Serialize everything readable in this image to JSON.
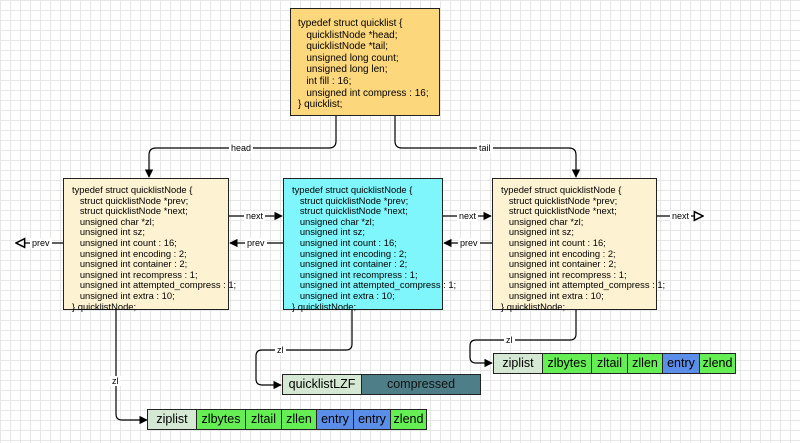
{
  "quicklist": {
    "lines": [
      "typedef struct quicklist {",
      "   quicklistNode *head;",
      "   quicklistNode *tail;",
      "   unsigned long count;",
      "   unsigned long len;",
      "   int fill : 16;",
      "   unsigned int compress : 16;",
      "} quicklist;"
    ]
  },
  "node": {
    "lines": [
      "typedef struct quicklistNode {",
      "   struct quicklistNode *prev;",
      "   struct quicklistNode *next;",
      "   unsigned char *zl;",
      "   unsigned int sz;",
      "   unsigned int count : 16;",
      "   unsigned int encoding : 2;",
      "   unsigned int container : 2;",
      "   unsigned int recompress : 1;",
      "   unsigned int attempted_compress : 1;",
      "   unsigned int extra : 10;",
      "} quicklistNode;"
    ]
  },
  "labels": {
    "head": "head",
    "tail": "tail",
    "next": "next",
    "prev": "prev",
    "zl": "zl"
  },
  "ziplist_left": [
    "ziplist",
    "zlbytes",
    "zltail",
    "zllen",
    "entry",
    "entry",
    "zlend"
  ],
  "ziplist_right": [
    "ziplist",
    "zlbytes",
    "zltail",
    "zllen",
    "entry",
    "zlend"
  ],
  "compressed": {
    "header": "quicklistLZF",
    "body": "compressed"
  },
  "colors": {
    "quicklist_fill": "#fcd77b",
    "node_fill": "#fdf2d1",
    "compressed_node_fill": "#7ff6fb",
    "ziplist_header": "#d5e8d4",
    "ziplist_field": "#66ee55",
    "ziplist_entry": "#5b8ee8",
    "compressed_body": "#4e7f88"
  }
}
